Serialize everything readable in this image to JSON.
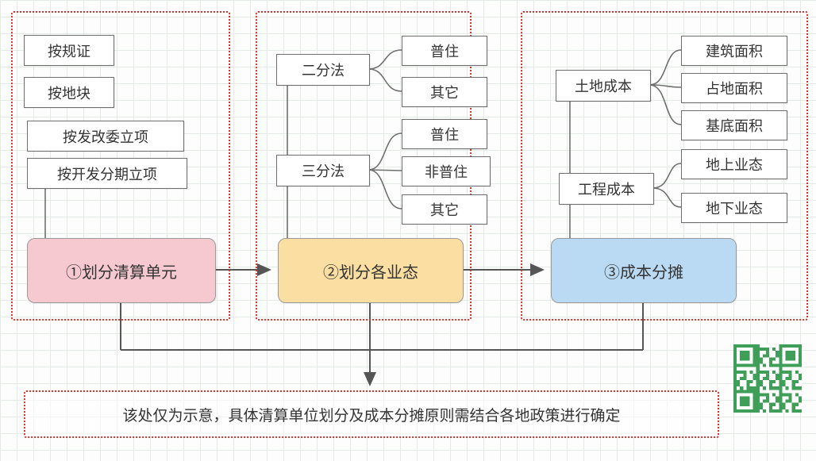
{
  "diagram": {
    "panel1": {
      "items": [
        "按规证",
        "按地块",
        "按发改委立项",
        "按开发分期立项"
      ],
      "result": "①划分清算单元"
    },
    "panel2": {
      "groups": [
        {
          "label": "二分法",
          "children": [
            "普住",
            "其它"
          ]
        },
        {
          "label": "三分法",
          "children": [
            "普住",
            "非普住",
            "其它"
          ]
        }
      ],
      "result": "②划分各业态"
    },
    "panel3": {
      "groups": [
        {
          "label": "土地成本",
          "children": [
            "建筑面积",
            "占地面积",
            "基底面积"
          ]
        },
        {
          "label": "工程成本",
          "children": [
            "地上业态",
            "地下业态"
          ]
        }
      ],
      "result": "③成本分摊"
    },
    "note": "该处仅为示意，具体清算单位划分及成本分摊原则需结合各地政策进行确定",
    "colors": {
      "panel_border": "#d8342c",
      "result1_fill": "#f6c9d1",
      "result2_fill": "#fbdfa2",
      "result3_fill": "#badaf3",
      "connector": "#616161",
      "qr_green": "#3f9e57"
    }
  }
}
